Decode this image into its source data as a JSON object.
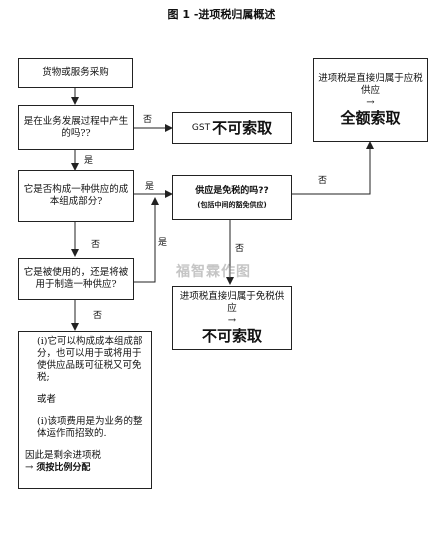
{
  "title": "图 1 -进项税归属概述",
  "boxes": {
    "purchase": "货物或服务采购",
    "q_business": "是在业务发展过程中产生的吗??",
    "gst_no": "GST",
    "gst_no_big": "不可索取",
    "q_component": "它是否构成一种供应的成本组成部分?",
    "q_exempt": "供应是免税的吗??",
    "q_exempt_sub": "(包括中间的豁免供应)",
    "q_used": "它是被使用的，还是将被用于制造一种供应?",
    "taxable_line1": "进项税是直接归属于应税供应",
    "taxable_big": "全额索取",
    "exempt_line1": "进项税直接归属于免税供应",
    "exempt_big": "不可索取",
    "residual_p1": "(i)它可以构成成本组成部分，也可以用于或将用于使供应品既可征税又可免税;",
    "residual_or": "或者",
    "residual_p2": "(i)该项费用是为业务的整体运作而招致的.",
    "residual_conclusion": "因此是剩余进项税",
    "residual_bold": "须按比例分配"
  },
  "labels": {
    "no": "否",
    "yes": "是",
    "arrow": "→"
  },
  "watermark": "福智霖作图"
}
